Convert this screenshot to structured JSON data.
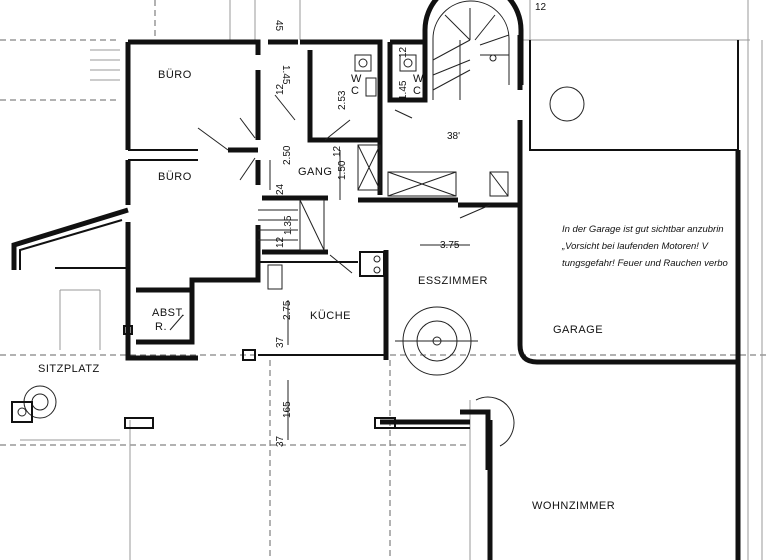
{
  "rooms": {
    "buero_1": "BÜRO",
    "buero_2": "BÜRO",
    "gang": "GANG",
    "wc_1": "W\nC",
    "wc_2": "W\nC",
    "kueche": "KÜCHE",
    "abstellraum": "ABST.\nR.",
    "esszimmer": "ESSZIMMER",
    "garage": "GARAGE",
    "wohnzimmer": "WOHNZIMMER",
    "sitzplatz": "SITZPLATZ"
  },
  "dimensions": {
    "d_45": "45",
    "d_145_a": "1.45",
    "d_12_a": "12",
    "d_253": "2.53",
    "d_145_b": "1.45",
    "d_12_b": "12",
    "d_250": "2.50",
    "d_12_c": "12",
    "d_150": "1.50",
    "d_24": "24",
    "d_135": "1.35",
    "d_12_d": "12",
    "d_275": "2.75",
    "d_37_a": "37",
    "d_165": "165",
    "d_37_b": "37",
    "d_38": "38'",
    "d_375": "3.75",
    "d_12_top": "12"
  },
  "garage_note": {
    "line1": "In der Garage ist gut sichtbar anzubrin",
    "line2": "„Vorsicht bei laufenden Motoren! V",
    "line3": "tungsgefahr! Feuer und Rauchen verbo"
  }
}
